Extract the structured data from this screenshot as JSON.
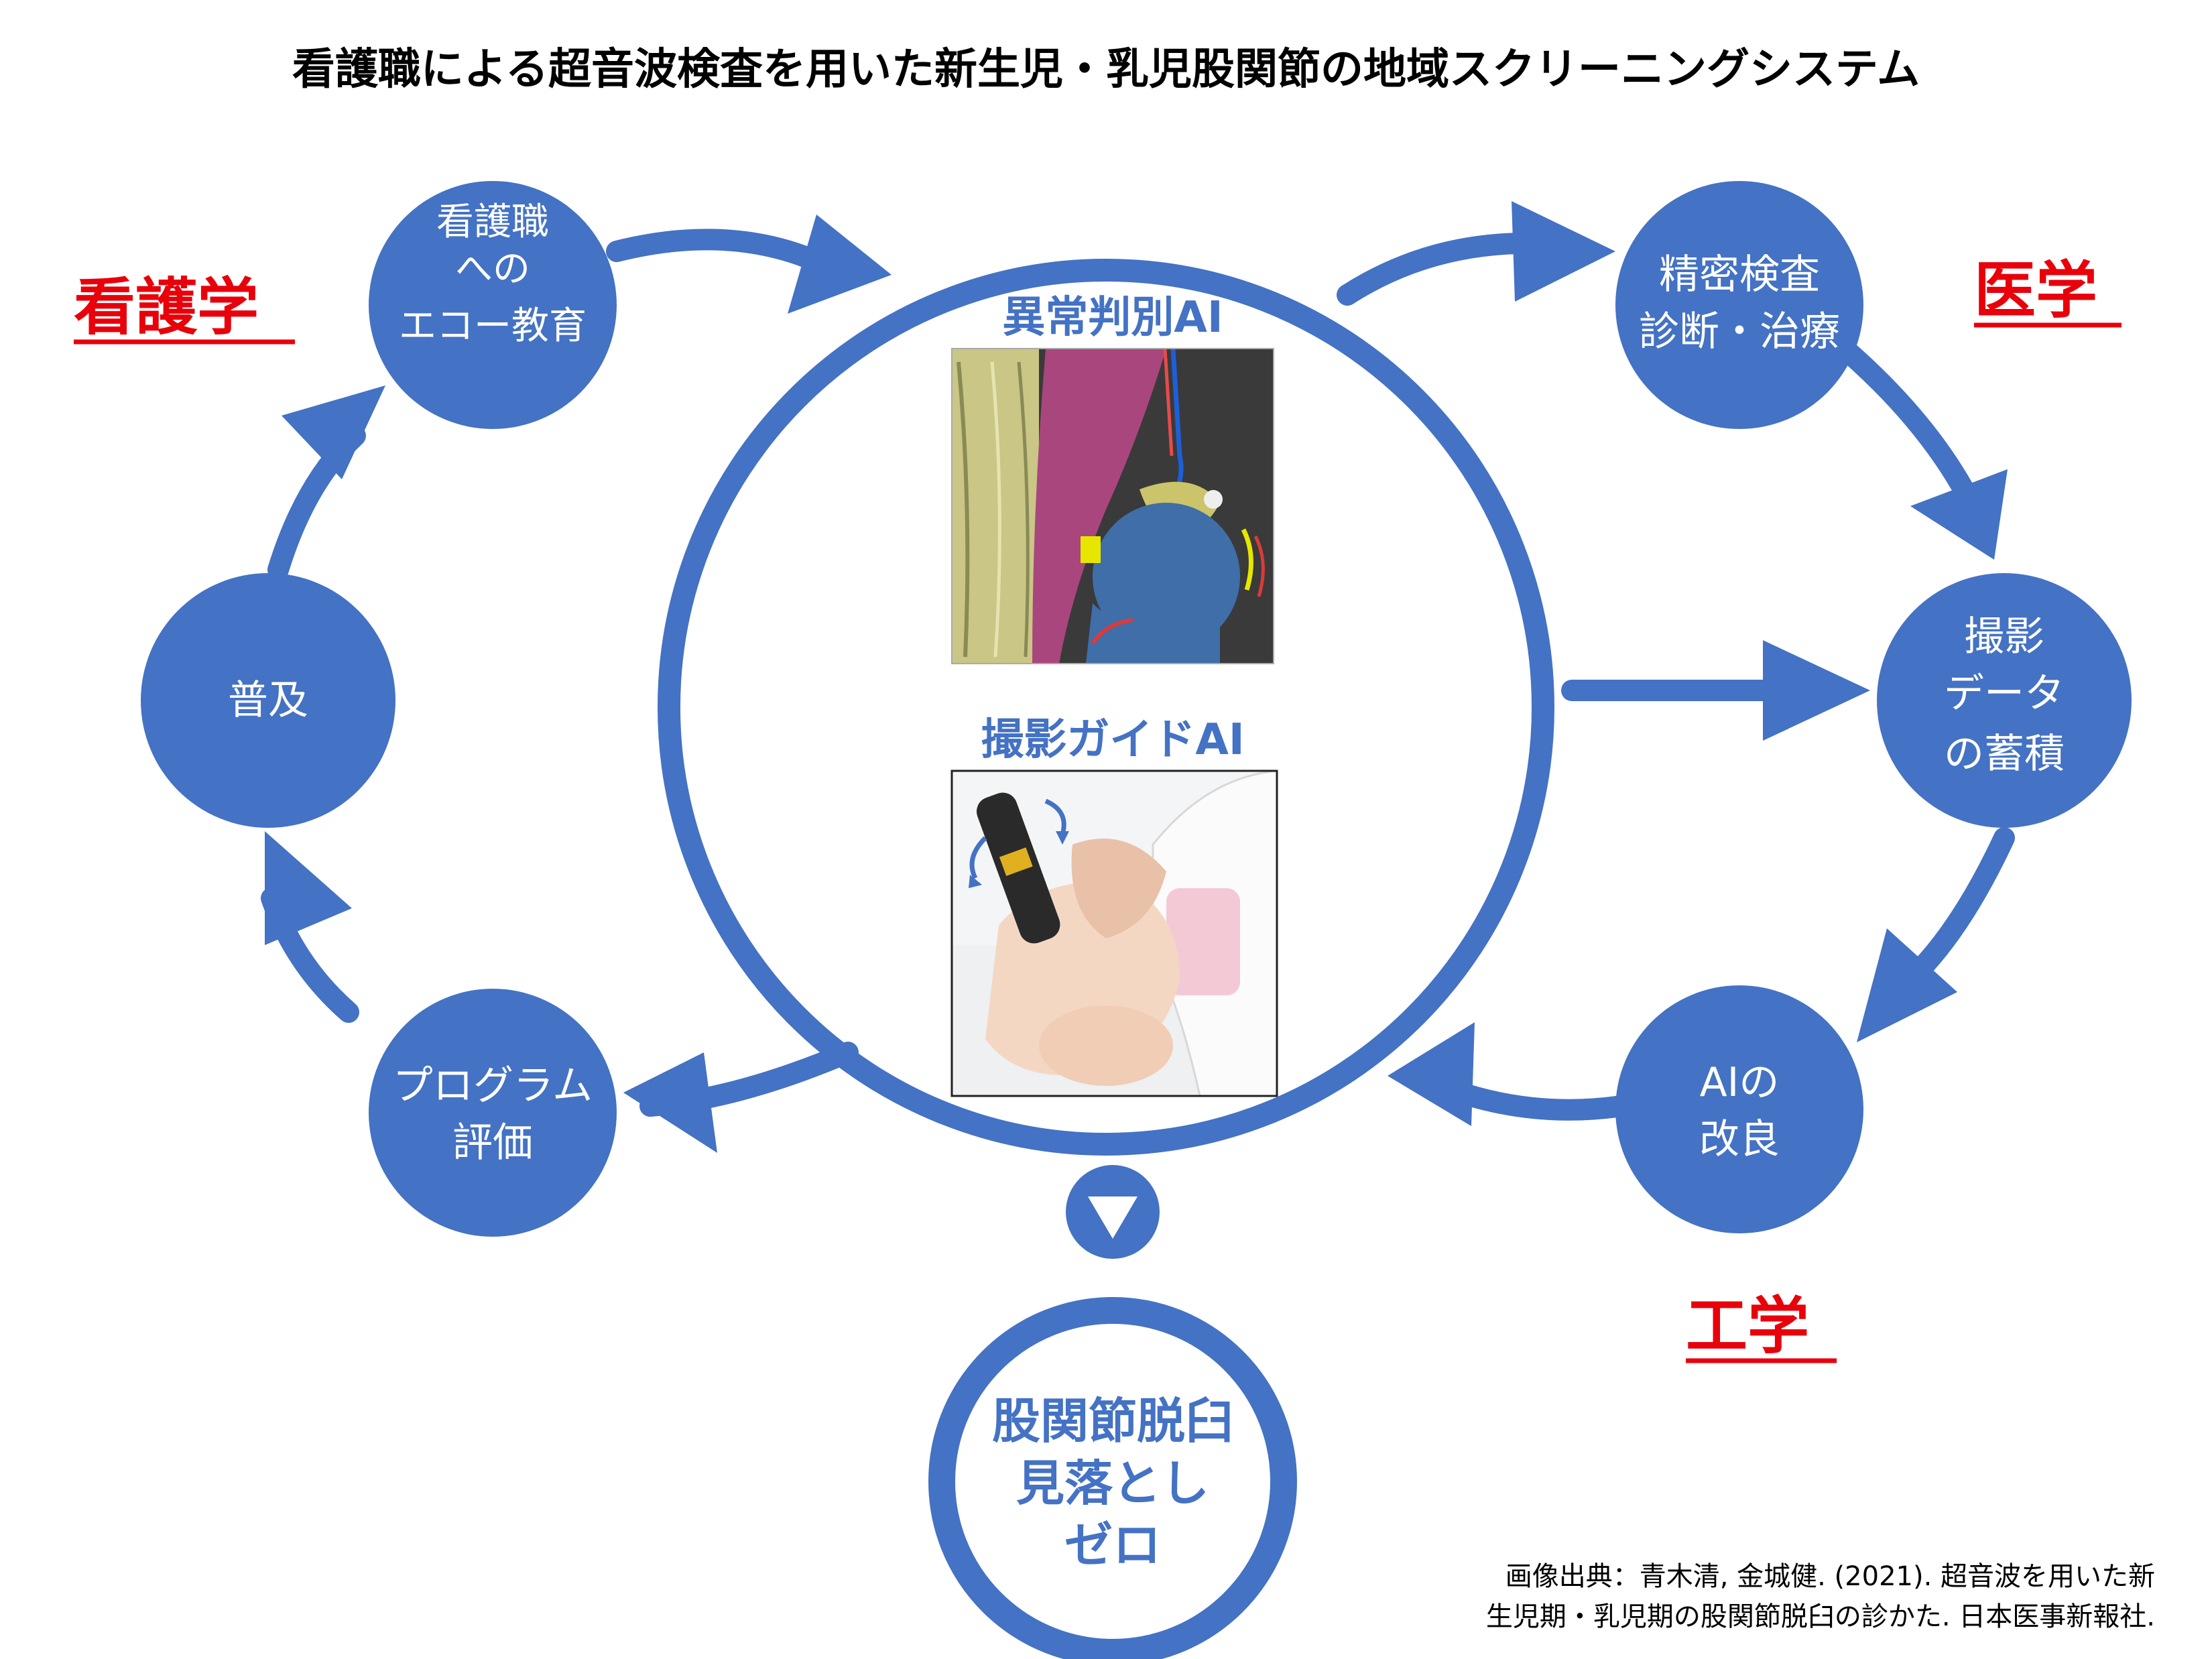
{
  "title": "看護職による超音波検査を用いた新生児・乳児股関節の地域スクリーニングシステム",
  "disciplines": {
    "nursing": "看護学",
    "medicine": "医学",
    "engineering": "工学"
  },
  "nodes": {
    "echo_education": [
      "看護職",
      "への",
      "エコー教育"
    ],
    "detailed_exam": [
      "精密検査",
      "診断・治療"
    ],
    "data_accumulation": [
      "撮影",
      "データ",
      "の蓄積"
    ],
    "ai_improvement": [
      "AIの",
      "改良"
    ],
    "program_evaluation": [
      "プログラム",
      "評価"
    ],
    "dissemination": [
      "普及"
    ]
  },
  "center": {
    "abnormality_ai_label": "異常判別AI",
    "guide_ai_label": "撮影ガイドAI"
  },
  "goal": [
    "股関節脱臼",
    "見落とし",
    "ゼロ"
  ],
  "credit": [
    "画像出典：青木清, 金城健. (2021). 超音波を用いた新",
    "生児期・乳児期の股関節脱臼の診かた. 日本医事新報社."
  ],
  "colors": {
    "primary_blue": "#4472C4",
    "discipline_red": "#E8000B",
    "text_black": "#000000",
    "white": "#FFFFFF"
  }
}
